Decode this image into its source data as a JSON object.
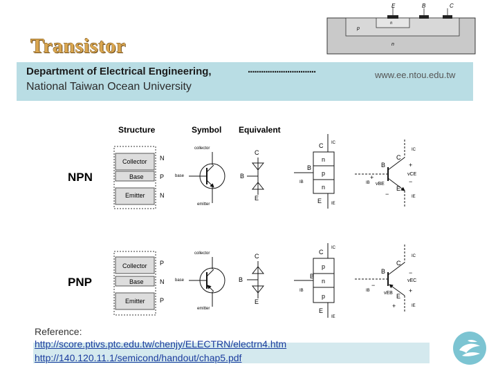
{
  "slide": {
    "title": "Transistor",
    "department": "Department of Electrical Engineering,",
    "dots": "...............................",
    "website": "www.ee.ntou.edu.tw",
    "university": "National Taiwan Ocean University"
  },
  "top_figure": {
    "terminals": [
      "E",
      "B",
      "C"
    ],
    "regions": [
      "n",
      "p",
      "n"
    ]
  },
  "diagram": {
    "column_headers": [
      "Structure",
      "Symbol",
      "Equivalent"
    ],
    "npn": {
      "label": "NPN",
      "layers": [
        "Collector",
        "Base",
        "Emitter"
      ],
      "types": [
        "N",
        "P",
        "N"
      ],
      "symbol_labels": [
        "collector",
        "base",
        "emitter"
      ],
      "equiv_labels": [
        "C",
        "B",
        "E"
      ],
      "block_regions": [
        "n",
        "p",
        "n"
      ],
      "block_labels": [
        "C",
        "B",
        "E",
        "IC",
        "IB",
        "IE"
      ],
      "circuit_labels": [
        "C",
        "B",
        "E",
        "IC",
        "IB",
        "IE",
        "vBE",
        "vCE",
        "+",
        "−",
        "+",
        "−"
      ]
    },
    "pnp": {
      "label": "PNP",
      "layers": [
        "Collector",
        "Base",
        "Emitter"
      ],
      "types": [
        "P",
        "N",
        "P"
      ],
      "symbol_labels": [
        "collector",
        "base",
        "emitter"
      ],
      "equiv_labels": [
        "C",
        "B",
        "E"
      ],
      "block_regions": [
        "p",
        "n",
        "p"
      ],
      "block_labels": [
        "C",
        "B",
        "E",
        "IC",
        "IB",
        "IE"
      ],
      "circuit_labels": [
        "C",
        "B",
        "E",
        "IC",
        "IB",
        "IE",
        "vEB",
        "vEC",
        "−",
        "+",
        "−",
        "+"
      ]
    }
  },
  "reference": {
    "label": "Reference:",
    "links": [
      "http://score.ptivs.ptc.edu.tw/chenjy/ELECTRN/electrn4.htm",
      "http://140.120.11.1/semicond/handout/chap5.pdf"
    ]
  },
  "colors": {
    "title": "#d9a650",
    "header_band": "#b9dde4",
    "reference_band": "#d4e9ee",
    "link": "#1a3c9e",
    "logo": "#7cc4d2"
  }
}
